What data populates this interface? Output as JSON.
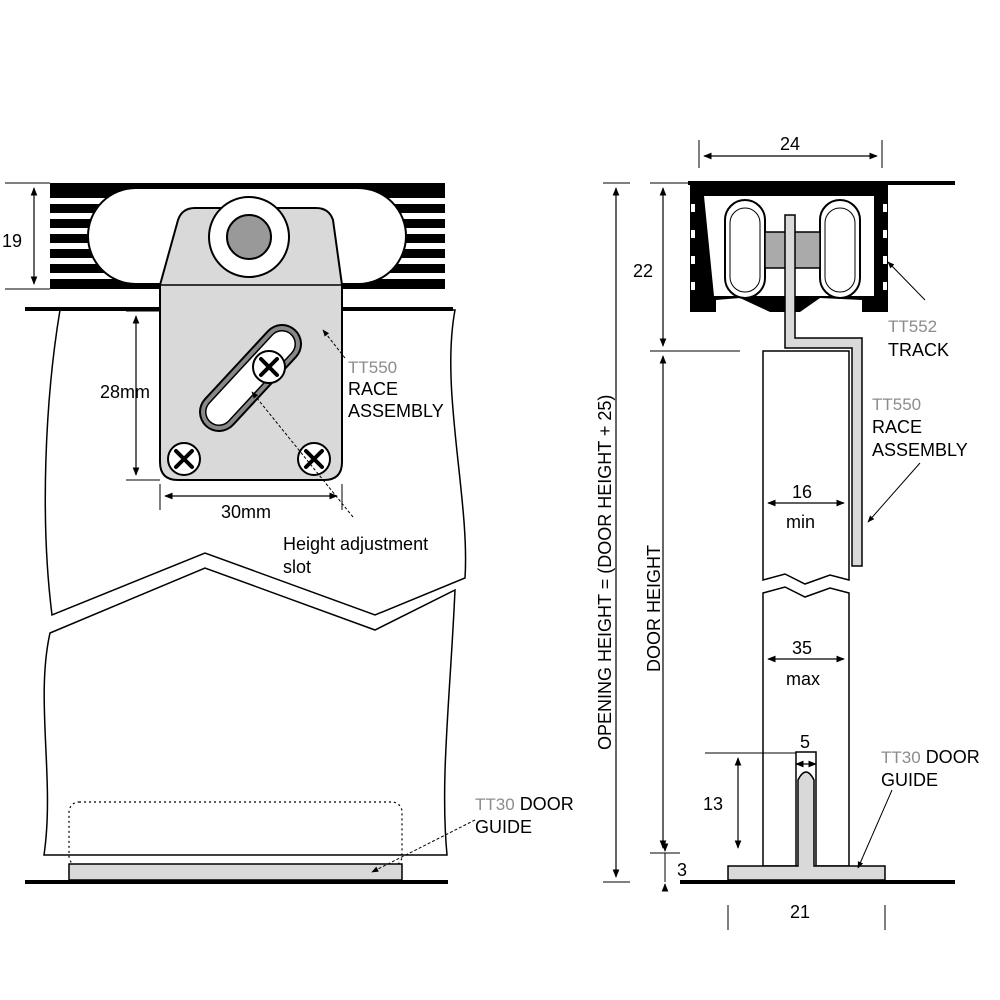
{
  "left_view": {
    "dim_track_height": "19",
    "dim_plate_height": "28mm",
    "dim_plate_width": "30mm",
    "race_code": "TT550",
    "race_line1": "RACE",
    "race_line2": "ASSEMBLY",
    "slot_line1": "Height adjustment",
    "slot_line2": "slot",
    "guide_code": "TT30",
    "guide_line1": "DOOR",
    "guide_line2": "GUIDE"
  },
  "right_view": {
    "dim_track_width": "24",
    "dim_track_depth": "22",
    "track_code": "TT552",
    "track_label": "TRACK",
    "race_code": "TT550",
    "race_line1": "RACE",
    "race_line2": "ASSEMBLY",
    "dim_door_min": "16",
    "dim_door_min_label": "min",
    "dim_door_max": "35",
    "dim_door_max_label": "max",
    "dim_slot_width": "5",
    "dim_slot_depth": "13",
    "dim_gap": "3",
    "dim_guide_width": "21",
    "guide_code": "TT30",
    "guide_line1": "DOOR",
    "guide_line2": "GUIDE",
    "opening_height_label": "OPENING HEIGHT = (DOOR HEIGHT + 25)",
    "door_height_label": "DOOR HEIGHT"
  }
}
